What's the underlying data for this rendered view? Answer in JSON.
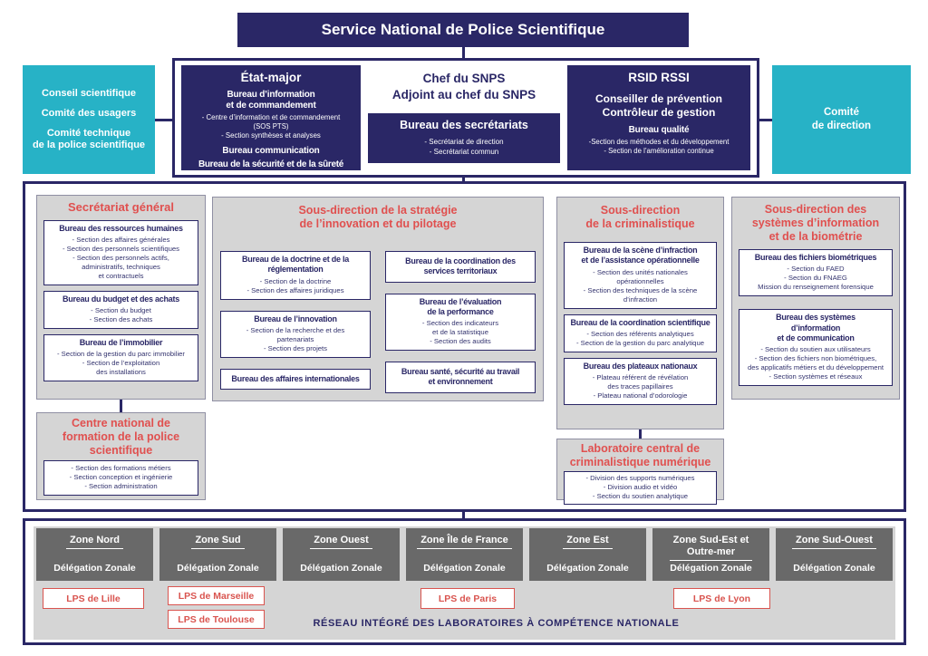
{
  "colors": {
    "navy": "#2a2766",
    "teal": "#27b2c6",
    "red": "#e0504f",
    "lps_red": "#d9544f",
    "column_gray": "#d5d5d5",
    "zone_gray": "#696969"
  },
  "title": "Service National de Police Scientifique",
  "top": {
    "left_committees": [
      "Conseil scientifique",
      "Comité des usagers",
      "Comité technique\nde la police scientifique"
    ],
    "right_committee": "Comité\nde direction",
    "etat_major": {
      "title": "État-major",
      "bureau1_heading": "Bureau d’information\net de commandement",
      "bureau1_items": [
        "- Centre d’information et de commandement\n(SOS PTS)",
        "- Section synthèses et analyses"
      ],
      "bureau2_heading": "Bureau communication",
      "bureau3_heading": "Bureau de la sécurité et de la sûreté"
    },
    "chef": {
      "title": "Chef du SNPS\nAdjoint au chef du SNPS",
      "bureau_heading": "Bureau des secrétariats",
      "bureau_items": [
        "- Secrétariat de direction",
        "- Secrétariat commun"
      ]
    },
    "rsid": {
      "title": "RSID RSSI",
      "subtitle": "Conseiller de prévention\nContrôleur de gestion",
      "bureau_heading": "Bureau qualité",
      "bureau_items": [
        "-Section des méthodes et du développement",
        "- Section de l’amélioration continue"
      ]
    }
  },
  "sg": {
    "title": "Secrétariat général",
    "boxes": [
      {
        "heading": "Bureau des ressources humaines",
        "items": [
          "- Section des affaires générales",
          "- Section des personnels scientifiques",
          "- Section des personnels actifs,\nadministratifs, techniques\net contractuels"
        ]
      },
      {
        "heading": "Bureau du budget et des achats",
        "items": [
          "- Section du budget",
          "- Section des achats"
        ]
      },
      {
        "heading": "Bureau de l’immobilier",
        "items": [
          "- Section de la gestion du parc immobilier",
          "- Section de l’exploitation\ndes installations"
        ]
      }
    ]
  },
  "cnf": {
    "title": "Centre national de\nformation de la police\nscientifique",
    "items": [
      "- Section des formations métiers",
      "- Section conception et ingénierie",
      "- Section administration"
    ]
  },
  "strategie": {
    "title": "Sous-direction de la stratégie\nde l’innovation et du pilotage",
    "left_boxes": [
      {
        "heading": "Bureau de la doctrine et de la\nréglementation",
        "items": [
          "- Section de la doctrine",
          "- Section des affaires juridiques"
        ]
      },
      {
        "heading": "Bureau de l’innovation",
        "items": [
          "- Section de la recherche et des\npartenariats",
          "- Section des projets"
        ]
      },
      {
        "heading": "Bureau des affaires internationales",
        "items": []
      }
    ],
    "right_boxes": [
      {
        "heading": "Bureau de la coordination des\nservices territoriaux",
        "items": []
      },
      {
        "heading": "Bureau de l’évaluation\nde la performance",
        "items": [
          "- Section des indicateurs\net de la statistique",
          "- Section des audits"
        ]
      },
      {
        "heading": "Bureau santé, sécurité au travail\net environnement",
        "items": []
      }
    ]
  },
  "criminalistique": {
    "title": "Sous-direction\nde la criminalistique",
    "boxes": [
      {
        "heading": "Bureau de la scène d’infraction\net de l’assistance opérationnelle",
        "items": [
          "- Section des unités nationales\nopérationnelles",
          "- Section des techniques de la scène\nd’infraction"
        ]
      },
      {
        "heading": "Bureau de la coordination scientifique",
        "items": [
          "- Section des référents analytiques",
          "- Section de la gestion du parc analytique"
        ]
      },
      {
        "heading": "Bureau des plateaux nationaux",
        "items": [
          "- Plateau référent de révélation\ndes traces papillaires",
          "- Plateau national d’odorologie"
        ]
      }
    ]
  },
  "lab": {
    "title": "Laboratoire central de\ncriminalistique numérique",
    "items": [
      "- Division des supports numériques",
      "- Division audio et vidéo",
      "- Section du soutien analytique"
    ]
  },
  "biometrie": {
    "title": "Sous-direction des\nsystèmes d’information\net de la biométrie",
    "boxes": [
      {
        "heading": "Bureau des fichiers biométriques",
        "items": [
          "- Section du FAED",
          "- Section du FNAEG",
          "Mission du renseignement forensique"
        ]
      },
      {
        "heading": "Bureau des systèmes\nd’information\net de communication",
        "items": [
          "- Section du soutien aux utilisateurs",
          "- Section des fichiers non biométriques,\ndes applicatifs métiers et du développement",
          "- Section systèmes et réseaux"
        ]
      }
    ]
  },
  "zones": {
    "delegation_label": "Délégation Zonale",
    "items": [
      "Zone Nord",
      "Zone Sud",
      "Zone Ouest",
      "Zone Île de France",
      "Zone Est",
      "Zone Sud-Est et\nOutre-mer",
      "Zone Sud-Ouest"
    ]
  },
  "labs_network": {
    "lps": [
      "LPS de Lille",
      "LPS de Marseille",
      "LPS de Toulouse",
      "LPS de Paris",
      "LPS de Lyon"
    ],
    "caption": "RÉSEAU INTÉGRÉ DES LABORATOIRES À COMPÉTENCE NATIONALE"
  }
}
